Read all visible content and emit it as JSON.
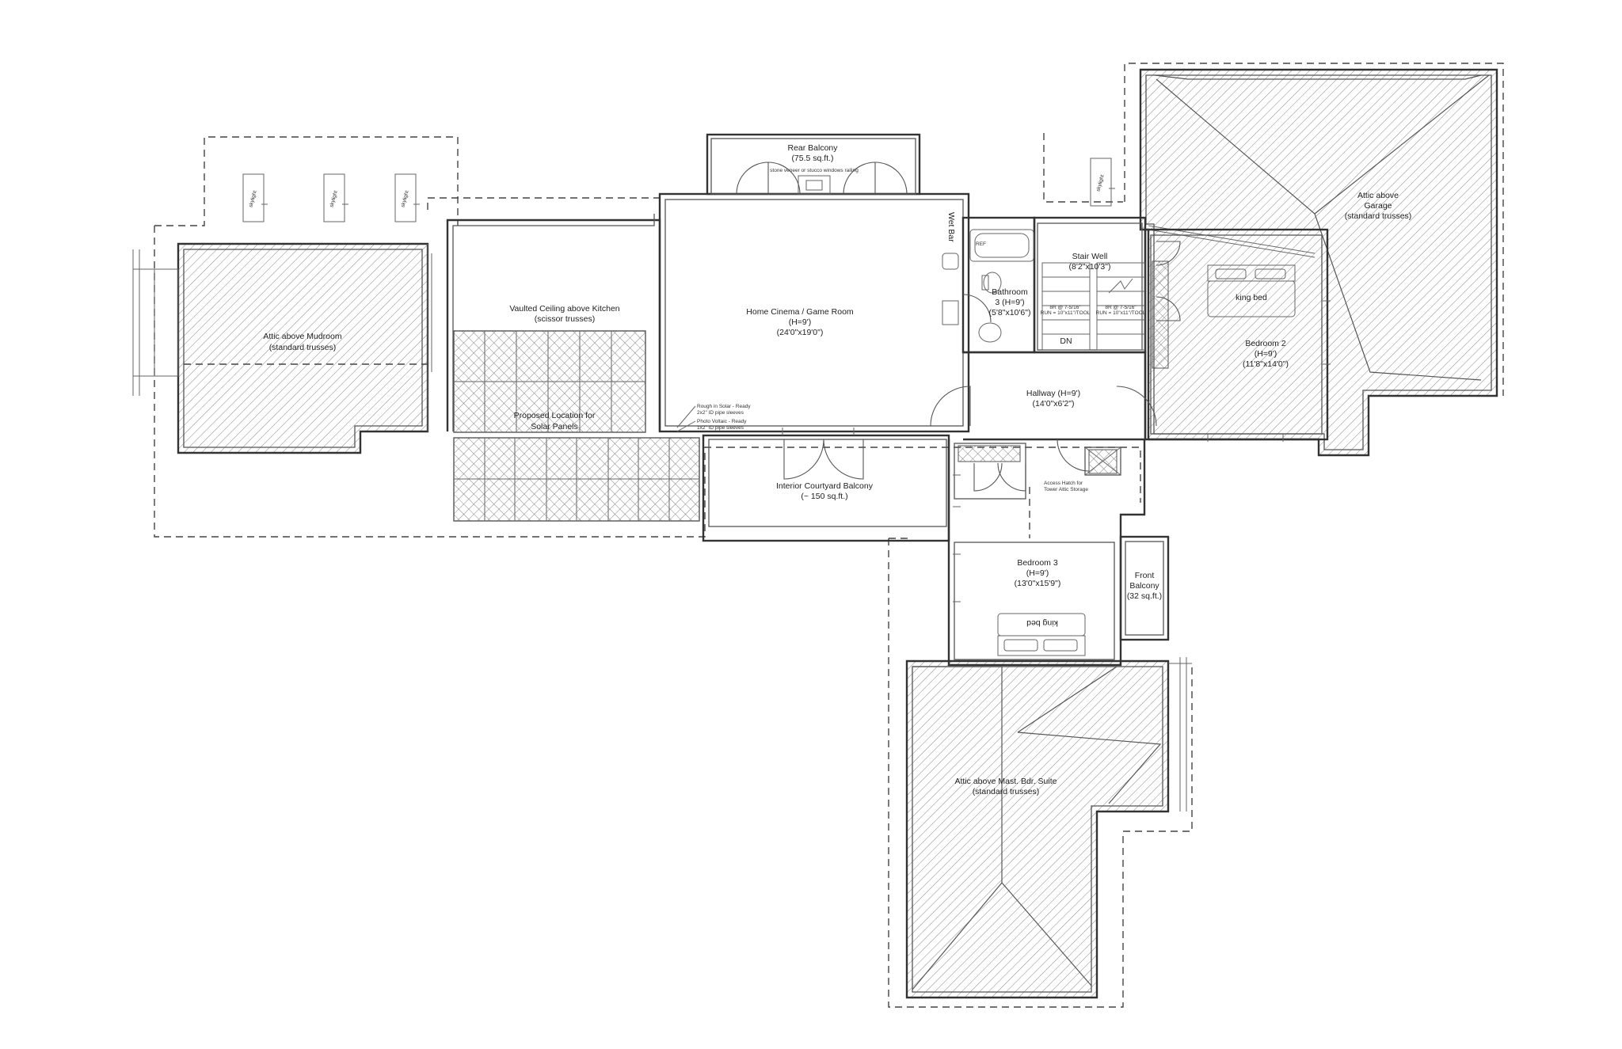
{
  "rooms": {
    "rear_balcony": {
      "name": "Rear Balcony",
      "area": "(75.5 sq.ft.)"
    },
    "rear_balcony_note": "stone veneer or stucco windows railing",
    "attic_mudroom": {
      "name": "Attic above Mudroom",
      "sub": "(standard trusses)"
    },
    "vaulted_kitchen": {
      "name": "Vaulted Ceiling above Kitchen",
      "sub": "(scissor trusses)"
    },
    "solar_panels": {
      "line1": "Proposed Location for",
      "line2": "Solar Panels"
    },
    "home_cinema": {
      "name": "Home Cinema / Game Room",
      "height": "(H=9')",
      "dims": "(24'0\"x19'0\")"
    },
    "wet_bar": "Wet Bar",
    "ref_label": "REF",
    "bathroom3": {
      "line1": "Bathroom",
      "line2": "3  (H=9')",
      "dims": "(5'8\"x10'6\")"
    },
    "stair_well": {
      "name": "Stair Well",
      "dims": "(8'2\"x10'3\")"
    },
    "stair_dn": "DN",
    "stair_note_left": {
      "line1": "8R @ 7-5/16\"",
      "line2": "RUN = 10\"x11\"/TOOL"
    },
    "stair_note_right": {
      "line1": "8R @ 7-5/16\"",
      "line2": "RUN = 10\"x11\"/TOOL"
    },
    "attic_garage": {
      "line1": "Attic above",
      "line2": "Garage",
      "sub": "(standard trusses)"
    },
    "bedroom2": {
      "name": "Bedroom 2",
      "height": "(H=9')",
      "dims": "(11'8\"x14'0\")"
    },
    "king_bed_2": "king bed",
    "hallway": {
      "name": "Hallway  (H=9')",
      "dims": "(14'0\"x6'2\")"
    },
    "solar_notes": {
      "rough_1": "Rough in Solar - Ready",
      "rough_2": "2x2\" ID pipe sleeves",
      "photo_1": "Photo Voltaic - Ready",
      "photo_2": "1x2\" ID pipe sleeves"
    },
    "courtyard": {
      "name": "Interior Courtyard Balcony",
      "area": "(~ 150 sq.ft.)"
    },
    "access_hatch": {
      "line1": "Access Hatch for",
      "line2": "Tower Attic Storage"
    },
    "bedroom3": {
      "name": "Bedroom 3",
      "height": "(H=9')",
      "dims": "(13'0\"x15'9\")"
    },
    "king_bed_3": "king bed",
    "front_balcony": {
      "line1": "Front",
      "line2": "Balcony",
      "area": "(32 sq.ft.)"
    },
    "attic_master": {
      "name": "Attic above Mast. Bdr. Suite",
      "sub": "(standard trusses)"
    }
  },
  "skylight_label": "skylight",
  "skylight_count": 4,
  "colors": {
    "line": "#333333",
    "hatch": "#777777",
    "background": "#ffffff"
  }
}
